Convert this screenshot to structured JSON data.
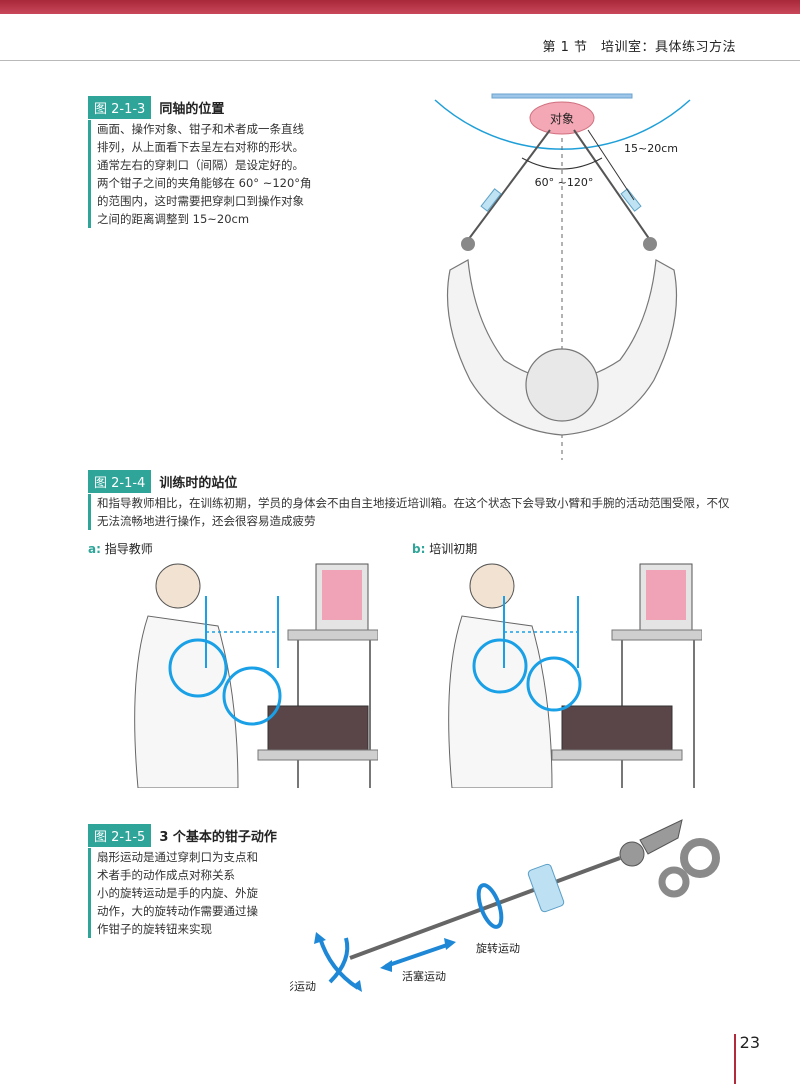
{
  "header": {
    "title": "第 1 节　培训室：具体练习方法"
  },
  "figures": [
    {
      "tag": "图 2-1-3",
      "title": "同轴的位置",
      "description": [
        "画面、操作对象、钳子和术者成一条直线",
        "排列，从上面看下去呈左右对称的形状。",
        "通常左右的穿刺口（间隔）是设定好的。",
        "两个钳子之间的夹角能够在 60° ~120°角",
        "的范围内，这时需要把穿刺口到操作对象",
        "之间的距离调整到 15~20cm"
      ],
      "diagram": {
        "target_label": "对象",
        "distance_label": "15~20cm",
        "angle_label": "60° ~120°"
      }
    },
    {
      "tag": "图 2-1-4",
      "title": "训练时的站位",
      "description": [
        "和指导教师相比，在训练初期，学员的身体会不由自主地接近培训箱。在这个状态下会导致小臂和手腕的活动范围受限，不仅",
        "无法流畅地进行操作，还会很容易造成疲劳"
      ],
      "panels": [
        {
          "letter": "a:",
          "label": "指导教师"
        },
        {
          "letter": "b:",
          "label": "培训初期"
        }
      ]
    },
    {
      "tag": "图 2-1-5",
      "title": "3 个基本的钳子动作",
      "description": [
        "扇形运动是通过穿刺口为支点和",
        "术者手的动作成点对称关系",
        "小的旋转运动是手的内旋、外旋",
        "动作，大的旋转动作需要通过操",
        "作钳子的旋转钮来实现"
      ],
      "motions": {
        "fan": "扇形运动",
        "piston": "活塞运动",
        "rotation": "旋转运动"
      }
    }
  ],
  "page_number": "23",
  "colors": {
    "accent_teal": "#2fa59a",
    "header_red": "#b22b3a",
    "motion_blue": "#1e88d6",
    "highlight_circle": "#19a0e6"
  }
}
